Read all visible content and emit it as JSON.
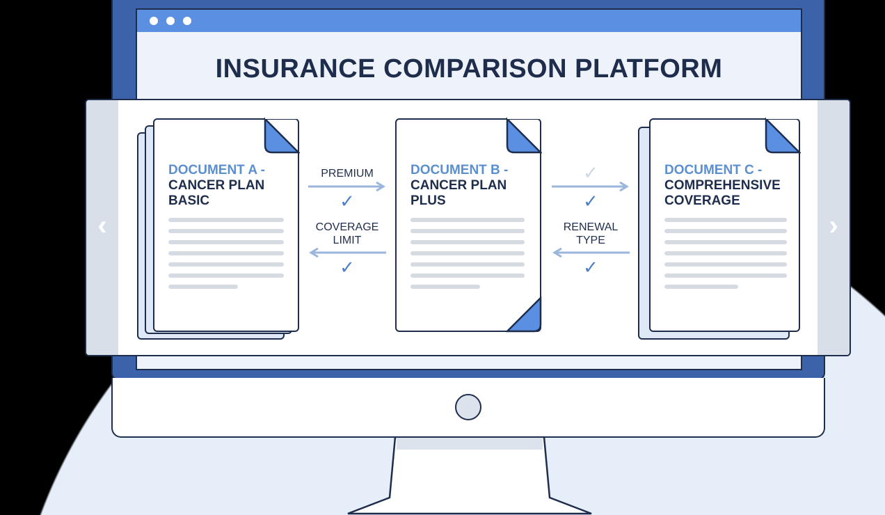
{
  "window": {
    "title": "INSURANCE COMPARISON PLATFORM"
  },
  "carousel": {
    "prev_icon": "chevron-left-icon",
    "next_icon": "chevron-right-icon"
  },
  "documents": [
    {
      "label": "DOCUMENT A -",
      "name_line1": "CANCER PLAN",
      "name_line2": "BASIC"
    },
    {
      "label": "DOCUMENT B -",
      "name_line1": "CANCER PLAN",
      "name_line2": "PLUS"
    },
    {
      "label": "DOCUMENT C -",
      "name_line1": "COMPREHENSIVE",
      "name_line2": "COVERAGE"
    }
  ],
  "comparisons_ab": {
    "top_label": "PREMIUM",
    "bottom_label_1": "COVERAGE",
    "bottom_label_2": "LIMIT"
  },
  "comparisons_bc": {
    "bottom_label_1": "RENEWAL",
    "bottom_label_2": "TYPE"
  },
  "colors": {
    "frame": "#3c63a9",
    "accent": "#5b8fe2",
    "text": "#1f2d4d",
    "check": "#4f7fc4"
  }
}
